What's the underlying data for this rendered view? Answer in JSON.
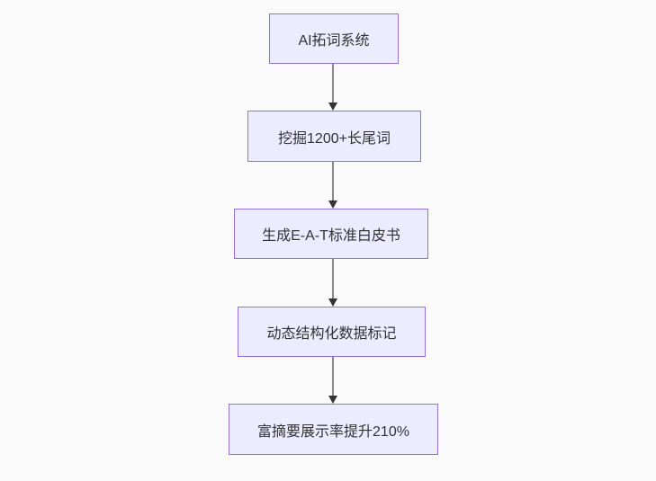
{
  "diagram": {
    "type": "flowchart",
    "direction": "top-down",
    "nodes": [
      {
        "label": "AI拓词系统"
      },
      {
        "label": "挖掘1200+长尾词"
      },
      {
        "label": "生成E-A-T标准白皮书"
      },
      {
        "label": "动态结构化数据标记"
      },
      {
        "label": "富摘要展示率提升210%"
      }
    ],
    "edges": [
      {
        "from": "AI拓词系统",
        "to": "挖掘1200+长尾词",
        "style": "arrow-down"
      },
      {
        "from": "挖掘1200+长尾词",
        "to": "生成E-A-T标准白皮书",
        "style": "arrow-down"
      },
      {
        "from": "生成E-A-T标准白皮书",
        "to": "动态结构化数据标记",
        "style": "arrow-down"
      },
      {
        "from": "动态结构化数据标记",
        "to": "富摘要展示率提升210%",
        "style": "arrow-down"
      }
    ],
    "colors": {
      "background": "#FAFAFA",
      "node_fill": "#ECECFF",
      "node_border": "#9370DB",
      "edge_line": "#888888",
      "arrowhead": "#333333",
      "text": "#333333"
    }
  }
}
